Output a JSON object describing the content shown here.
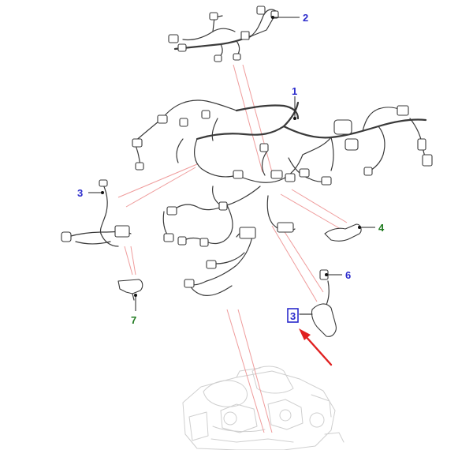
{
  "callouts": [
    {
      "id": "1",
      "label": "1",
      "color": "#2b2bcc"
    },
    {
      "id": "2",
      "label": "2",
      "color": "#2b2bcc"
    },
    {
      "id": "3a",
      "label": "3",
      "color": "#2b2bcc"
    },
    {
      "id": "3b",
      "label": "3",
      "color": "#2b2bcc",
      "highlighted": true,
      "highlight_color": "#2b2bcc"
    },
    {
      "id": "4",
      "label": "4",
      "color": "#1f7a1f"
    },
    {
      "id": "6",
      "label": "6",
      "color": "#2b2bcc"
    },
    {
      "id": "7",
      "label": "7",
      "color": "#1f7a1f"
    }
  ],
  "pointer_arrow": {
    "color": "#e02020",
    "points_to": "3"
  },
  "colors": {
    "wiring": "#3a3a3a",
    "engine_outline": "#cfcfcf",
    "projection_lines": "#ef9c9c"
  }
}
